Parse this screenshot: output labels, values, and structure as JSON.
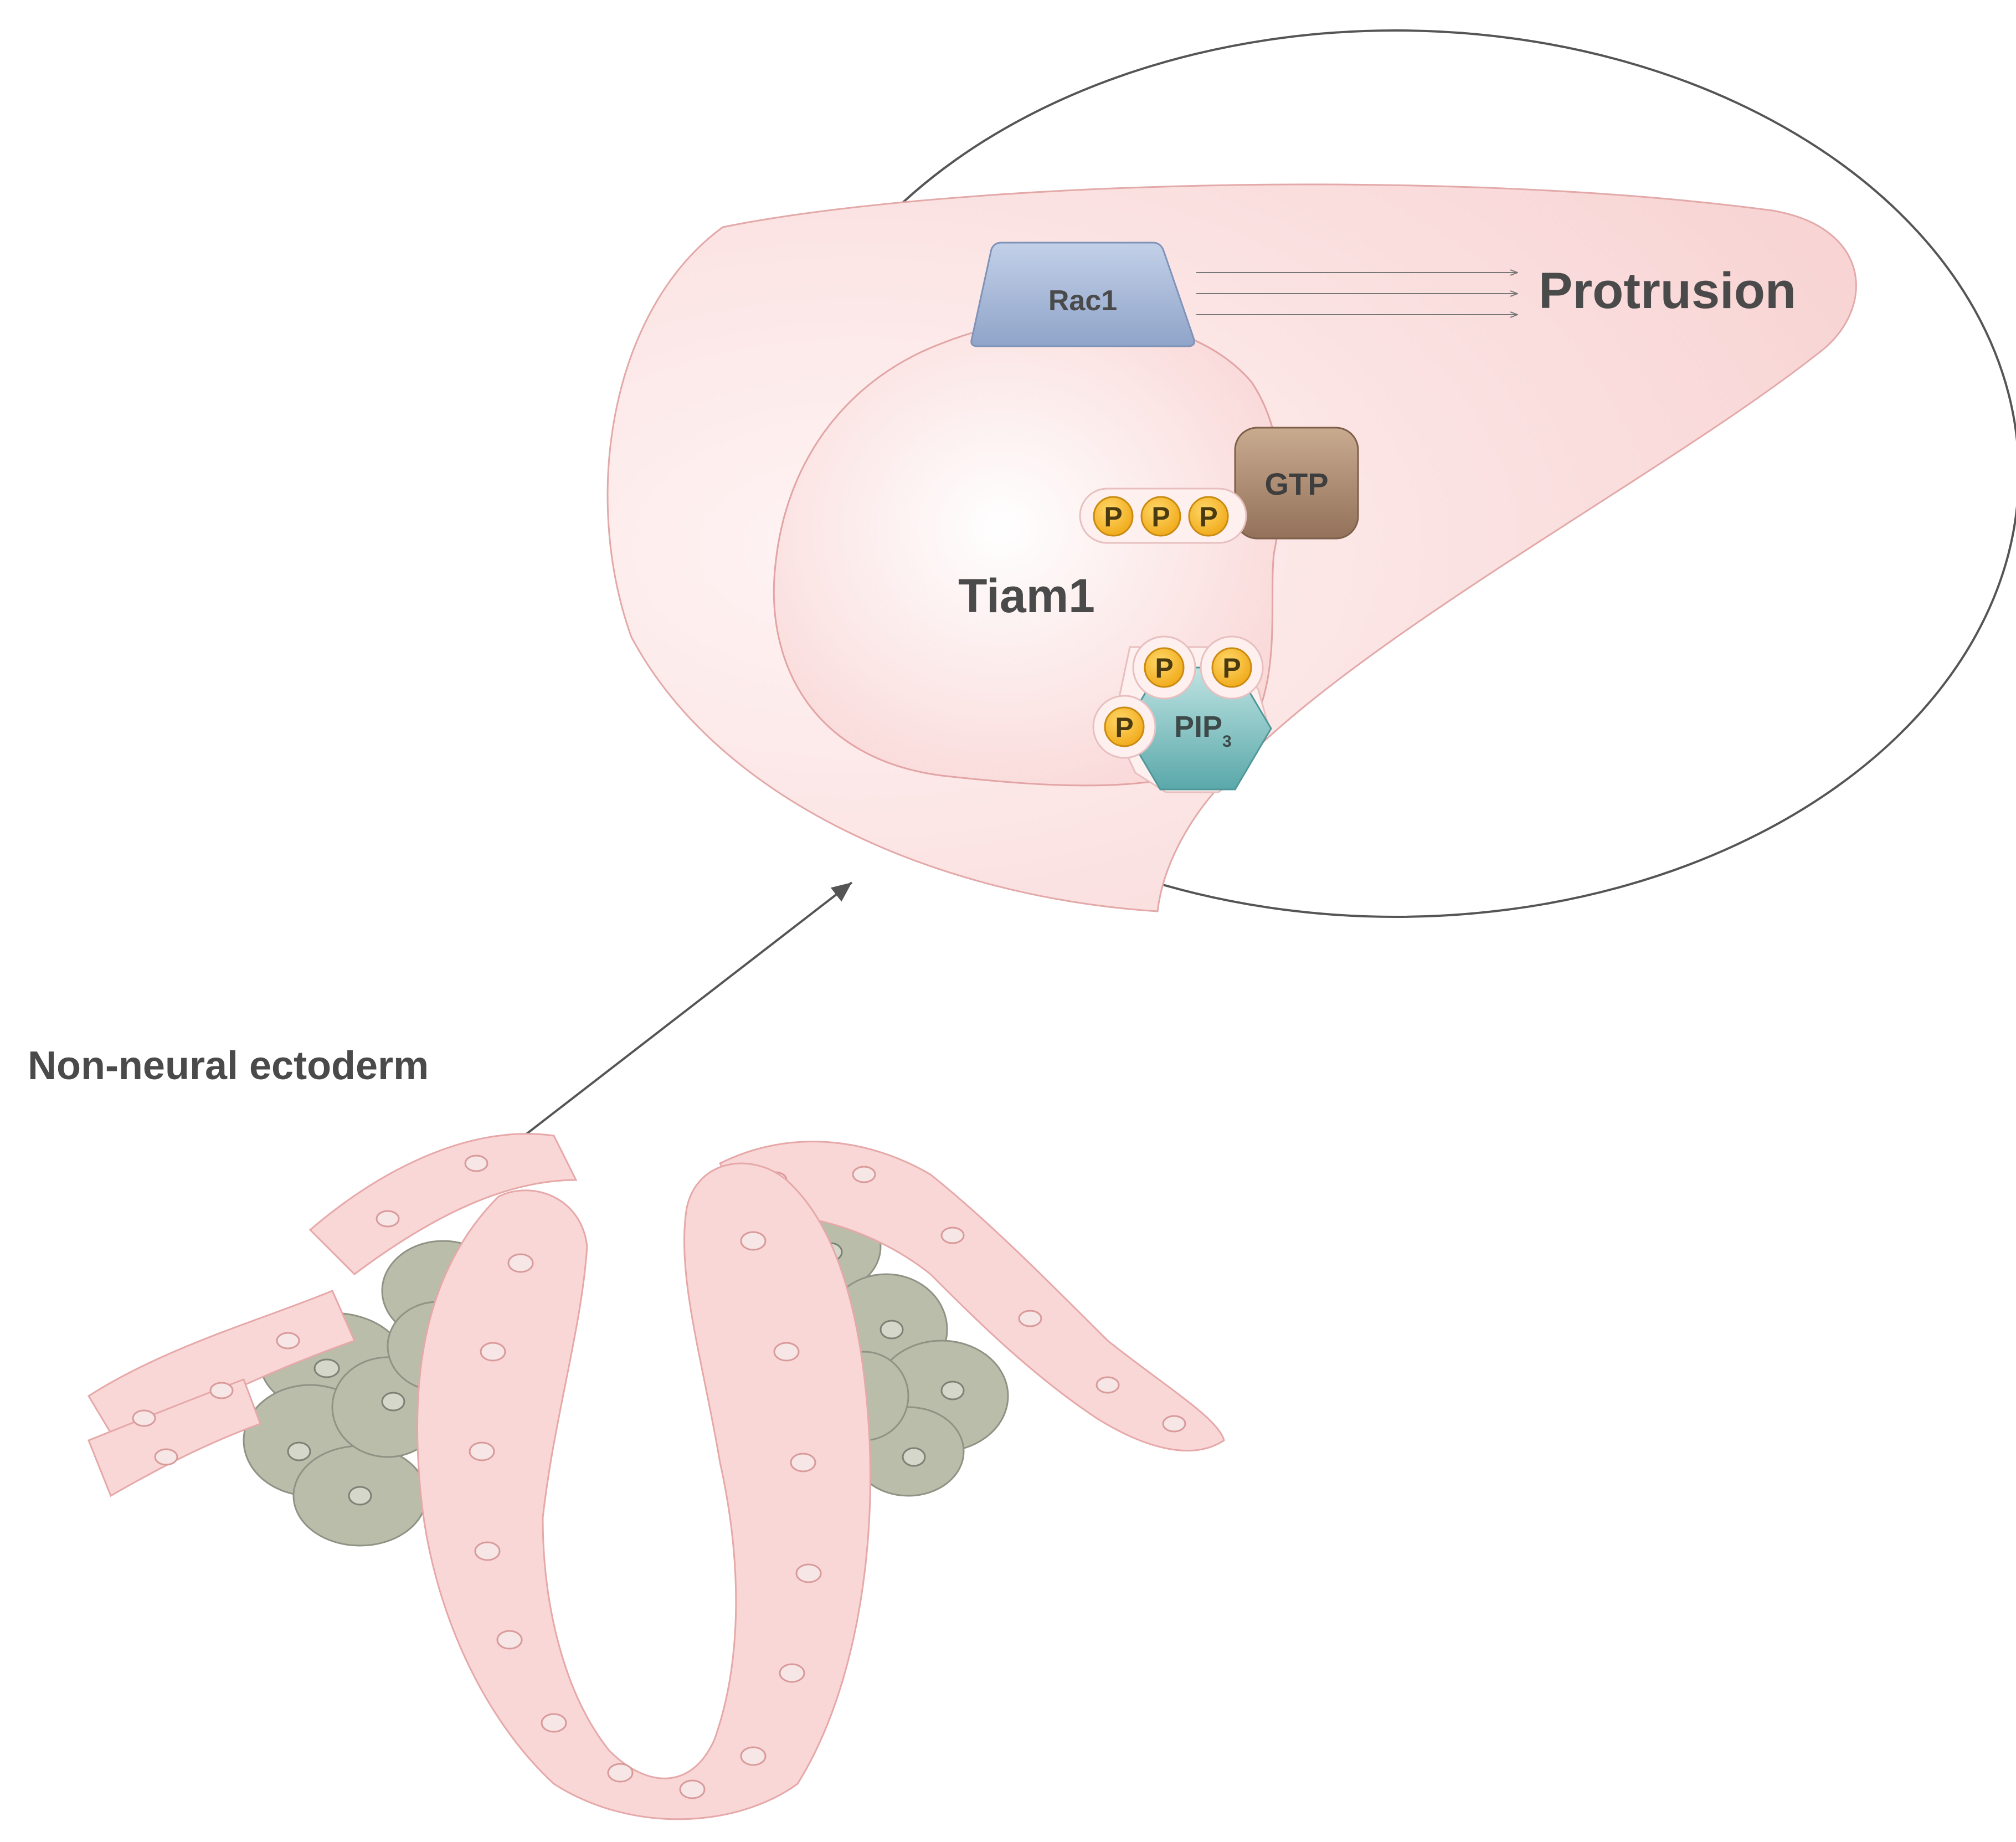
{
  "labels": {
    "rac1": "Rac1",
    "protrusion": "Protrusion",
    "gtp": "GTP",
    "tiam1": "Tiam1",
    "pip": "PIP",
    "pip_sub": "3",
    "phosphate": "P",
    "tissue": "Non-neural ectoderm"
  },
  "colors": {
    "text": "#4a4a4a",
    "cell_fill": "#fbe3e3",
    "nucleus": "#fde8e8",
    "rac1": "#9aaed0",
    "gtp": "#9a7a5f",
    "phosphate": "#f2b21b",
    "pip3": "#6bb8b9",
    "crest_cells": "#b9bdaa",
    "tissue_pink": "#f9d7d7"
  }
}
